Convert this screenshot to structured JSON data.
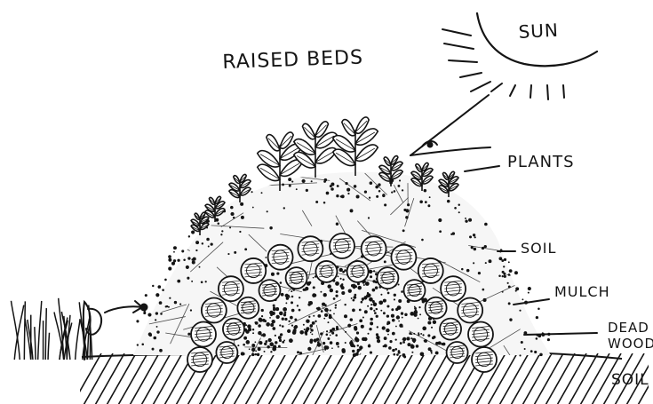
{
  "diagram": {
    "title": "RAISED BEDS",
    "labels": {
      "sun": "SUN",
      "plants": "PLANTS",
      "soil_top": "SOIL",
      "mulch": "MULCH",
      "dead_wood": "DEAD WOOD",
      "soil_bottom": "SOIL"
    },
    "colors": {
      "ink": "#141414",
      "paper": "#ffffff",
      "mound_fill": "#f6f6f6"
    },
    "icons": [
      "sun-icon",
      "eye-icon",
      "plant-icon",
      "grass-icon",
      "arrow-icon",
      "log-icon"
    ]
  }
}
